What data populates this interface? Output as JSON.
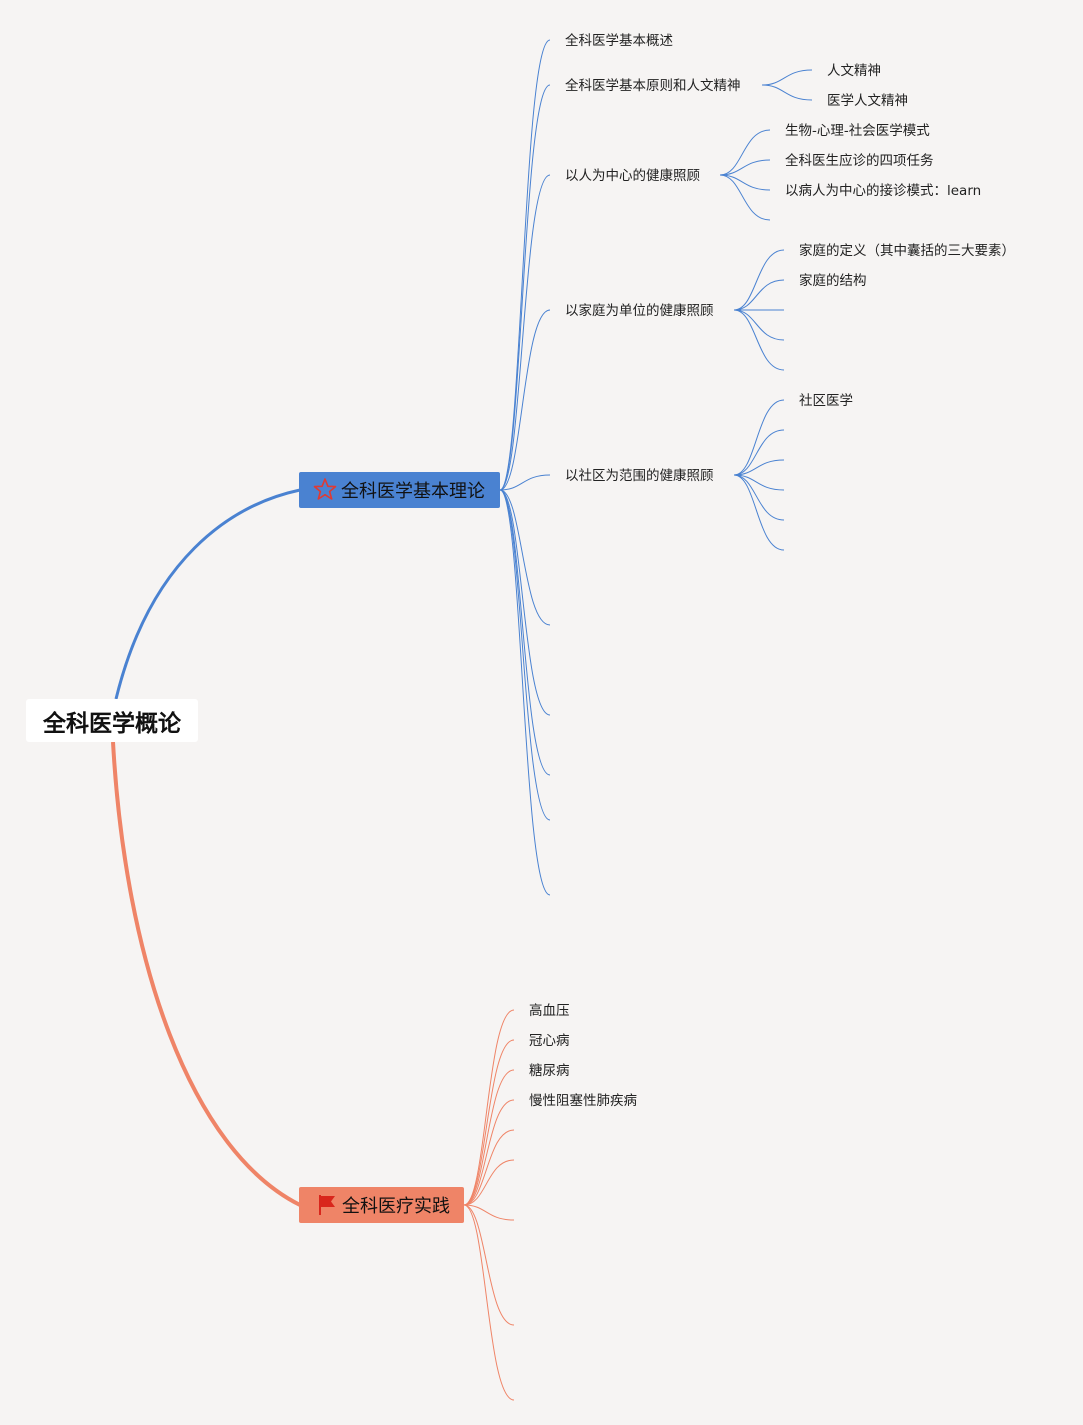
{
  "root": {
    "label": "全科医学概论"
  },
  "colors": {
    "blue": "#4a82d1",
    "orange": "#ef8467",
    "background": "#f6f4f3"
  },
  "branches": [
    {
      "label": "全科医学基本理论",
      "icon": "star-icon",
      "children": [
        {
          "label": "全科医学基本概述"
        },
        {
          "label": "全科医学基本原则和人文精神",
          "children": [
            "人文精神",
            "医学人文精神"
          ]
        },
        {
          "label": "以人为中心的健康照顾",
          "children": [
            "生物-心理-社会医学模式",
            "全科医生应诊的四项任务",
            "以病人为中心的接诊模式：learn"
          ]
        },
        {
          "label": "以家庭为单位的健康照顾",
          "children": [
            "家庭的定义（其中囊括的三大要素）",
            "家庭的结构"
          ]
        },
        {
          "label": "以社区为范围的健康照顾",
          "children": [
            "社区医学"
          ]
        }
      ]
    },
    {
      "label": "全科医疗实践",
      "icon": "flag-icon",
      "children": [
        "高血压",
        "冠心病",
        "糖尿病",
        "慢性阻塞性肺疾病"
      ]
    }
  ]
}
